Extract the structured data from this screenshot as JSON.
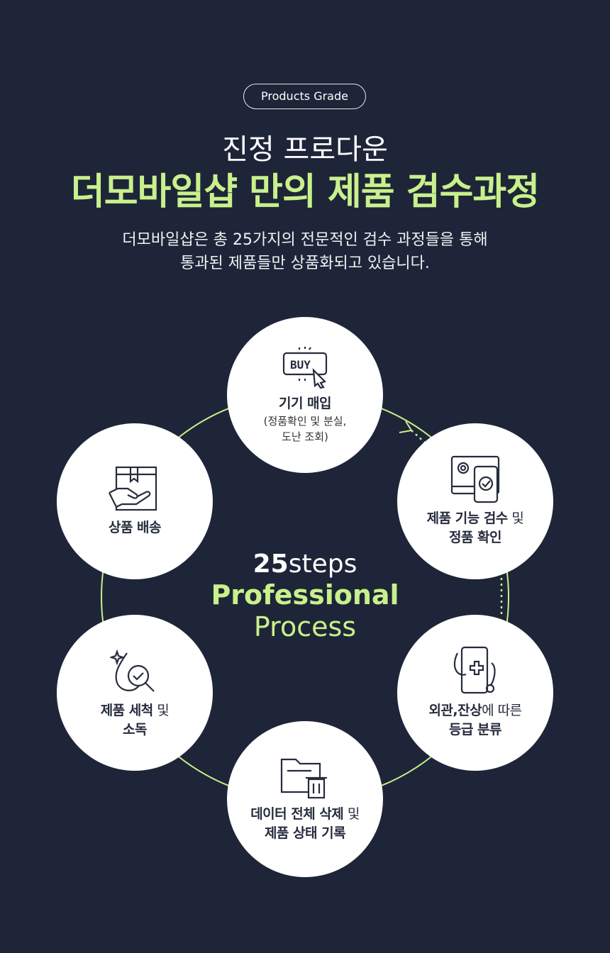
{
  "badge": "Products Grade",
  "title_line1": "진정 프로다운",
  "title_line2": "더모바일샵 만의 제품 검수과정",
  "subtitle_line1": "더모바일샵은 총 25가지의 전문적인 검수 과정들을 통해",
  "subtitle_line2": "통과된 제품들만 상품화되고 있습니다.",
  "center": {
    "num": "25",
    "steps": "steps",
    "line2": "Professional",
    "line3": "Process"
  },
  "accent": "#c8f08c",
  "steps": [
    {
      "icon": "buy-cursor-icon",
      "bold": "기기 매입",
      "regular": "",
      "note1": "(정품확인 및 분실,",
      "note2": "도난 조회)"
    },
    {
      "icon": "device-check-icon",
      "bold": "제품 기능 검수",
      "regular": " 및",
      "bold2": "정품 확인"
    },
    {
      "icon": "phone-diagnosis-icon",
      "bold": "외관,잔상",
      "regular": "에 따른",
      "bold2": "등급 분류"
    },
    {
      "icon": "folder-delete-icon",
      "bold": "데이터 전체 삭제",
      "regular": " 및",
      "bold2": "제품 상태 기록"
    },
    {
      "icon": "clean-inspect-icon",
      "bold": "제품 세척",
      "regular": " 및",
      "bold2": "소독"
    },
    {
      "icon": "box-delivery-icon",
      "bold": "상품 배송"
    }
  ]
}
